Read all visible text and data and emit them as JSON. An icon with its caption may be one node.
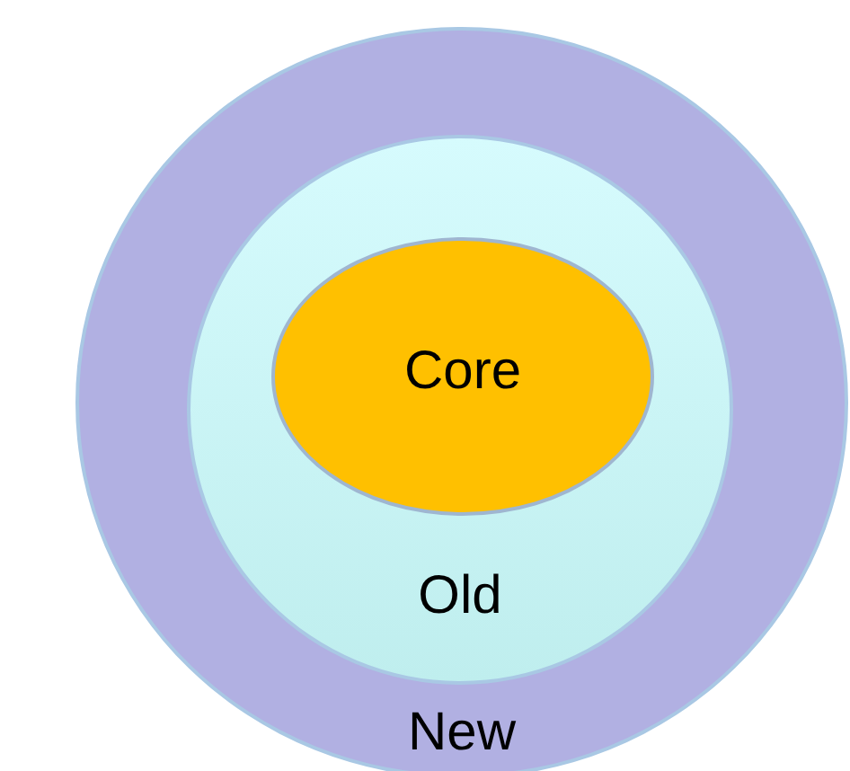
{
  "diagram": {
    "nodes": [
      {
        "text": [
          "New"
        ]
      },
      {
        "text": [
          "Old"
        ],
        "in": 0
      },
      {
        "text": [
          "Core"
        ],
        "in": 1
      }
    ]
  }
}
